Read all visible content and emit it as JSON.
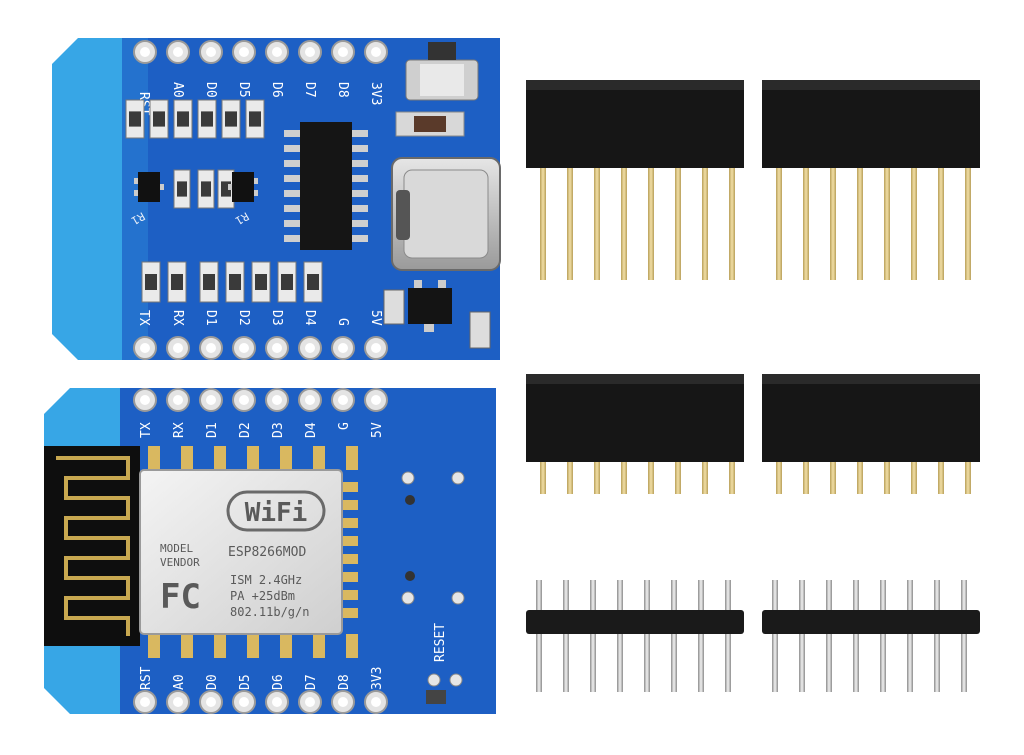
{
  "colors": {
    "board_blue": "#1d5fc4",
    "board_edge": "#37a6e6",
    "header_black": "#141414",
    "pin_gold": "#d8c07a",
    "pin_silver": "#c9c9c9"
  },
  "top_board": {
    "top_labels": [
      "RST",
      "A0",
      "D0",
      "D5",
      "D6",
      "D7",
      "D8",
      "3V3"
    ],
    "bottom_labels": [
      "TX",
      "RX",
      "D1",
      "D2",
      "D3",
      "D4",
      "G",
      "5V"
    ],
    "chip_labels": [
      "R1",
      "R1"
    ]
  },
  "bottom_board": {
    "top_labels": [
      "TX",
      "RX",
      "D1",
      "D2",
      "D3",
      "D4",
      "G",
      "5V"
    ],
    "bottom_labels": [
      "RST",
      "A0",
      "D0",
      "D5",
      "D6",
      "D7",
      "D8",
      "3V3"
    ],
    "reset_label": "RESET",
    "shield": {
      "wifi_word": "WiFi",
      "model_label": "MODEL",
      "vendor_label": "VENDOR",
      "model_value": "ESP8266MOD",
      "fcc_mark": "FC",
      "spec_lines": [
        "ISM 2.4GHz",
        "PA  +25dBm",
        "802.11b/g/n"
      ]
    }
  }
}
